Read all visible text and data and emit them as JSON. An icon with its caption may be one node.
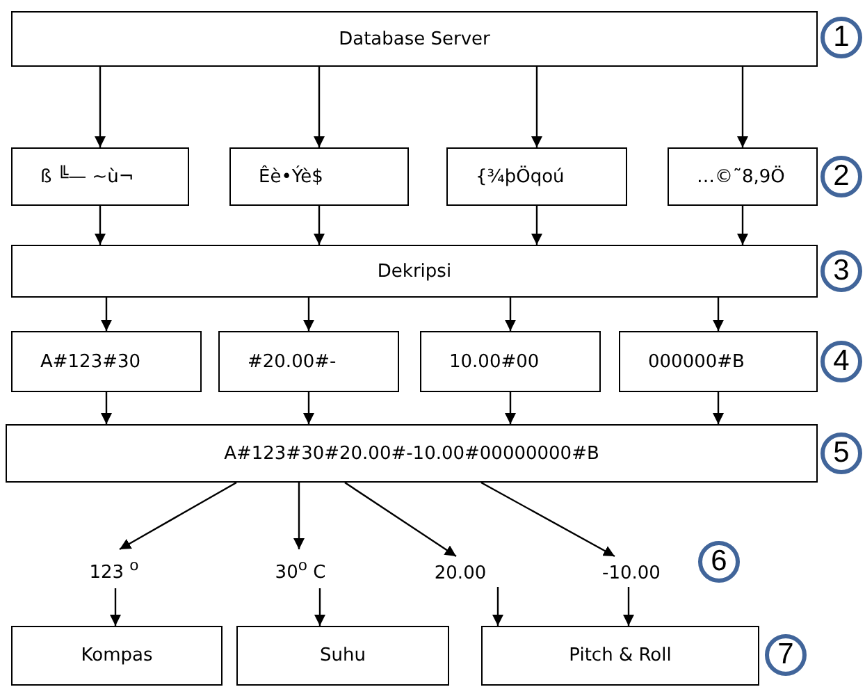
{
  "diagram": {
    "nodes": [
      {
        "text": [
          "Database Server"
        ]
      },
      {
        "text": [
          "ß ╚— ~ù¬"
        ]
      },
      {
        "text": [
          "Êè•Ýè$"
        ]
      },
      {
        "text": [
          "{¾þÖqoú"
        ]
      },
      {
        "text": [
          "…©˜8,9Ö"
        ]
      },
      {
        "text": [
          "Dekripsi"
        ]
      },
      {
        "text": [
          "A#123#30"
        ]
      },
      {
        "text": [
          "#20.00#-"
        ]
      },
      {
        "text": [
          "10.00#00"
        ]
      },
      {
        "text": [
          "000000#B"
        ]
      },
      {
        "text": [
          "A#123#30#20.00#-10.00#00000000#B"
        ]
      },
      {
        "text": [
          "123 $^{o}$"
        ]
      },
      {
        "text": [
          "30$^{o}$ C"
        ]
      },
      {
        "text": [
          "20.00"
        ]
      },
      {
        "text": [
          "-10.00"
        ]
      },
      {
        "text": [
          "Kompas"
        ]
      },
      {
        "text": [
          "Suhu"
        ]
      },
      {
        "text": [
          "Pitch & Roll"
        ]
      }
    ],
    "edges": [
      {
        "from": 0,
        "to": 1,
        "arrow": "to"
      },
      {
        "from": 0,
        "to": 2,
        "arrow": "to"
      },
      {
        "from": 0,
        "to": 3,
        "arrow": "to"
      },
      {
        "from": 0,
        "to": 4,
        "arrow": "to"
      },
      {
        "from": 1,
        "to": 5,
        "arrow": "to"
      },
      {
        "from": 2,
        "to": 5,
        "arrow": "to"
      },
      {
        "from": 3,
        "to": 5,
        "arrow": "to"
      },
      {
        "from": 4,
        "to": 5,
        "arrow": "to"
      },
      {
        "from": 5,
        "to": 6,
        "arrow": "to"
      },
      {
        "from": 5,
        "to": 7,
        "arrow": "to"
      },
      {
        "from": 5,
        "to": 8,
        "arrow": "to"
      },
      {
        "from": 5,
        "to": 9,
        "arrow": "to"
      },
      {
        "from": 6,
        "to": 10,
        "arrow": "to"
      },
      {
        "from": 7,
        "to": 10,
        "arrow": "to"
      },
      {
        "from": 8,
        "to": 10,
        "arrow": "to"
      },
      {
        "from": 9,
        "to": 10,
        "arrow": "to"
      },
      {
        "from": 10,
        "to": 11,
        "arrow": "to"
      },
      {
        "from": 10,
        "to": 12,
        "arrow": "to"
      },
      {
        "from": 10,
        "to": 13,
        "arrow": "to"
      },
      {
        "from": 10,
        "to": 14,
        "arrow": "to"
      },
      {
        "from": 11,
        "to": 15,
        "arrow": "to"
      },
      {
        "from": 12,
        "to": 16,
        "arrow": "to"
      },
      {
        "from": 13,
        "to": 17,
        "arrow": "to"
      },
      {
        "from": 14,
        "to": 17,
        "arrow": "to"
      }
    ],
    "labels": [
      "1",
      "2",
      "3",
      "4",
      "5",
      "6",
      "7"
    ]
  }
}
